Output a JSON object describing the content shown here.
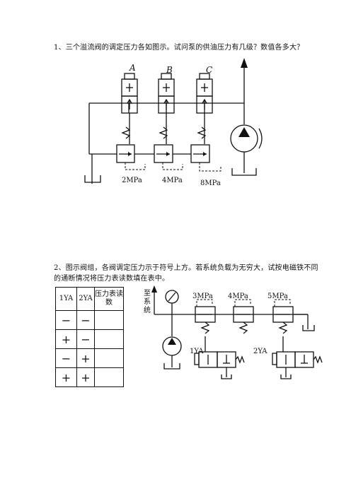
{
  "question1": {
    "text": "1、三个溢流阀的调定压力各如图示。试问泵的供油压力有几级？数值各多大？",
    "valve_labels": [
      "A",
      "B",
      "C"
    ],
    "pressures": [
      "2MPa",
      "4MPa",
      "8MPa"
    ]
  },
  "question2": {
    "text": "2、图示阀组，各阀调定压力示于符号上方。若系统负载为无穷大，试按电磁铁不同的通断情况将压力表读数填在表中。",
    "to_system_label": "至系统",
    "valve_pressures": [
      "3MPa",
      "4MPa",
      "5MPa"
    ],
    "solenoids": [
      "1YA",
      "2YA"
    ],
    "table": {
      "headers": [
        "1YA",
        "2YA",
        "压力表读数"
      ],
      "rows": [
        [
          "−",
          "−",
          ""
        ],
        [
          "+",
          "−",
          ""
        ],
        [
          "−",
          "+",
          ""
        ],
        [
          "+",
          "+",
          ""
        ]
      ]
    }
  }
}
